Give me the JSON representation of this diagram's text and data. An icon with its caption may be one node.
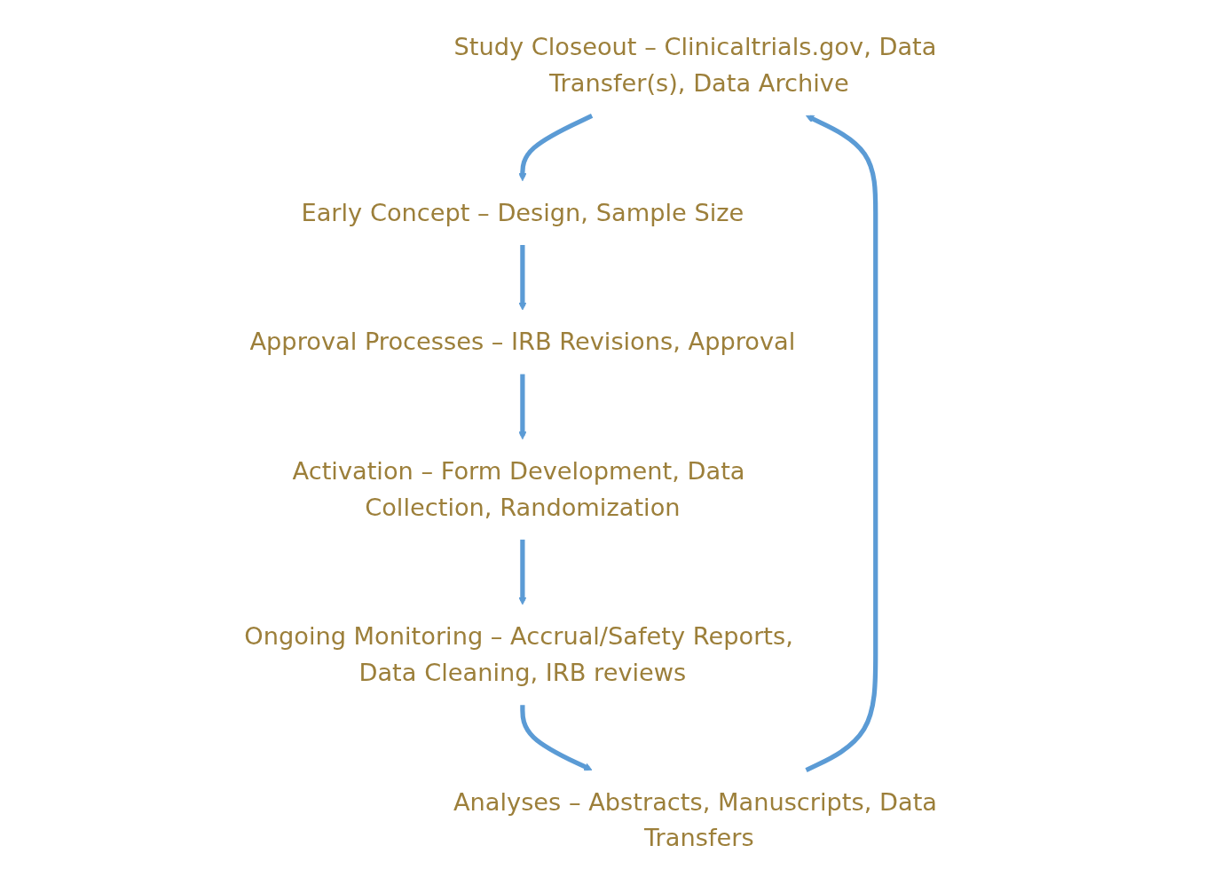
{
  "diagram": {
    "nodes": [
      {
        "text": [
          "Study Closeout – Clinicaltrials.gov, Data Transfer(s), Data Archive"
        ]
      },
      {
        "text": [
          "Early Concept – Design, Sample Size"
        ]
      },
      {
        "text": [
          "Approval Processes – IRB Revisions, Approval"
        ]
      },
      {
        "text": [
          "Activation – Form Development, Data Collection, Randomization"
        ]
      },
      {
        "text": [
          "Ongoing Monitoring – Accrual/Safety Reports, Data Cleaning, IRB reviews"
        ]
      },
      {
        "text": [
          "Analyses – Abstracts, Manuscripts, Data Transfers"
        ]
      }
    ],
    "edges": [
      {
        "from": 0,
        "to": 1,
        "arrow": "to"
      },
      {
        "from": 1,
        "to": 2,
        "arrow": "to"
      },
      {
        "from": 2,
        "to": 3,
        "arrow": "to"
      },
      {
        "from": 3,
        "to": 4,
        "arrow": "to"
      },
      {
        "from": 4,
        "to": 5,
        "arrow": "to"
      },
      {
        "from": 5,
        "to": 0,
        "arrow": "to"
      }
    ]
  }
}
